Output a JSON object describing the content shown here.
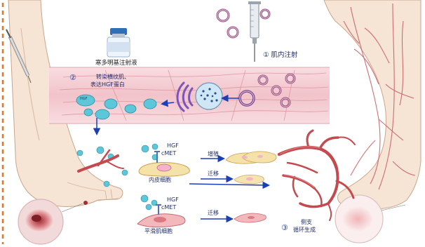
{
  "labels": {
    "step1": "① 肌内注射",
    "drug": "寒多明基注射液",
    "step2_num": "②",
    "step2_line1": "转染横纹肌、",
    "step2_line2": "表达HGF蛋白",
    "hgf_top": "HGF",
    "cmet_top": "cMET",
    "hgf_bottom": "HGF",
    "cmet_bottom": "cMET",
    "proliferate": "增殖",
    "migrate1": "迁移",
    "migrate2": "迁移",
    "endothelial": "内皮细胞",
    "smooth_muscle": "平滑肌细胞",
    "step3_num": "③",
    "step3_line1": "侧支",
    "step3_line2": "循环生成",
    "vesicle_tag": "HGF"
  },
  "colors": {
    "border_dash": "#e3762b",
    "arrow_blue": "#1d3fb5",
    "muscle_band": "#f1c9cf",
    "vessel_red": "#c44a4f",
    "skin": "#f6e4d4",
    "skin_line": "#c9a58c",
    "vesicle_cyan": "#4fc4d7",
    "golgi_purple": "#7b55b8"
  }
}
